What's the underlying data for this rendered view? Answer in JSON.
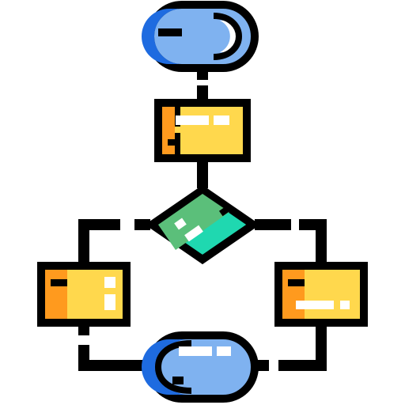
{
  "icon": {
    "name": "flowchart-icon",
    "style": "filled-line",
    "colors": {
      "outline": "#000000",
      "terminal_light": "#7fb2f0",
      "terminal_dark": "#1e6be0",
      "process_light": "#ffd84d",
      "process_dark": "#ff9a1e",
      "decision_light": "#1fd8b0",
      "decision_dark": "#5bbf7a",
      "highlight": "#ffffff",
      "background": "#ffffff"
    },
    "nodes": [
      {
        "id": "start-terminal",
        "shape": "pill"
      },
      {
        "id": "process-top",
        "shape": "rectangle"
      },
      {
        "id": "decision",
        "shape": "diamond"
      },
      {
        "id": "process-left",
        "shape": "rectangle"
      },
      {
        "id": "process-right",
        "shape": "rectangle"
      },
      {
        "id": "end-terminal",
        "shape": "pill"
      }
    ]
  }
}
